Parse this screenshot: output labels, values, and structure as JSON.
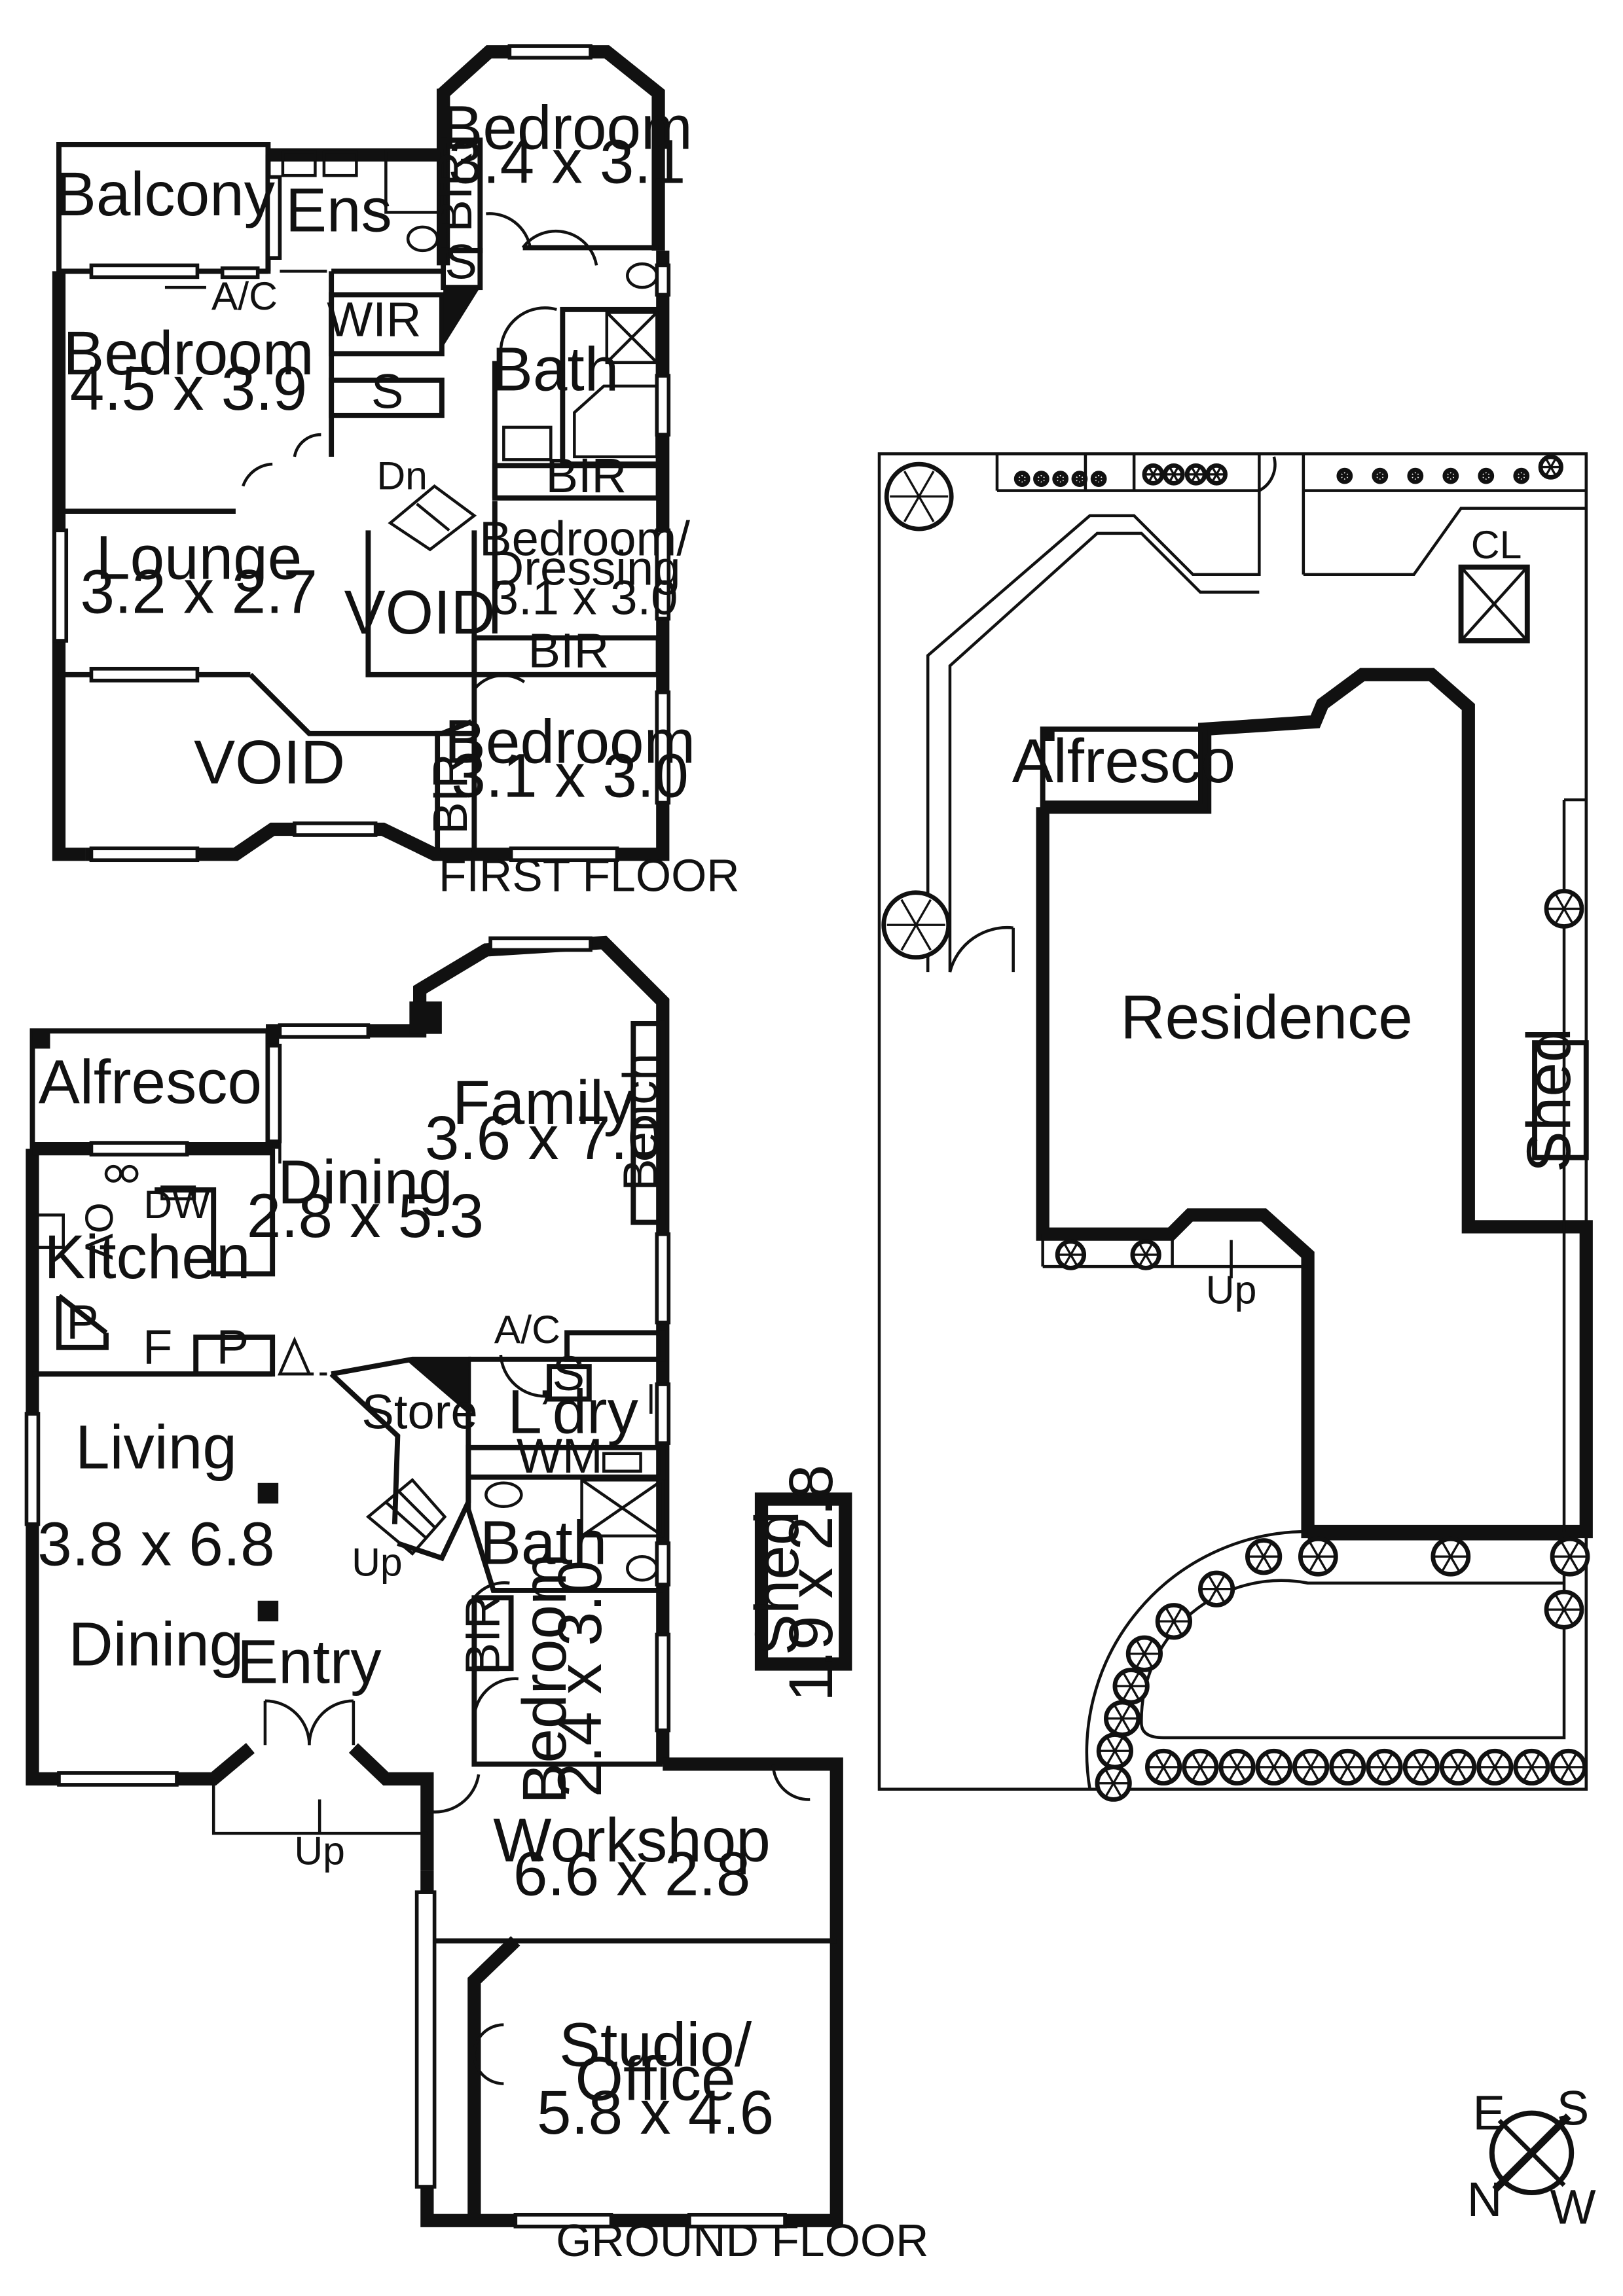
{
  "first_floor": {
    "caption": "FIRST FLOOR",
    "rooms": {
      "balcony": "Balcony",
      "ensuite": "Ens",
      "bedroom_a": {
        "name": "Bedroom",
        "size": "3.4 x 3.1"
      },
      "bir_a": "BIR",
      "s_a": "S",
      "ac": "A/C",
      "wir": "WIR",
      "s_b": "S",
      "main_bedroom": {
        "name": "Bedroom",
        "size": "4.5 x 3.9"
      },
      "bath": "Bath",
      "bir_b": "BIR",
      "stair_dn": "Dn",
      "lounge": {
        "name": "Lounge",
        "size": "3.2 x 2.7"
      },
      "void_a": "VOID",
      "bedroom_dressing": {
        "name": "Bedroom/",
        "name2": "Dressing",
        "size": "3.1 x 3.0"
      },
      "bir_c": "BIR",
      "void_b": "VOID",
      "bir_d": "BIR",
      "bedroom_c": {
        "name": "Bedroom",
        "size": "3.1 x 3.0"
      }
    }
  },
  "ground_floor": {
    "caption": "GROUND FLOOR",
    "rooms": {
      "alfresco": "Alfresco",
      "family": {
        "name": "Family",
        "size": "3.6 x 7.0"
      },
      "bench": "Bench",
      "dining": {
        "name": "Dining",
        "size": "2.8 x 5.3"
      },
      "dw": "DW",
      "ov": "OV",
      "kitchen": "Kitchen",
      "pantry_a": "P",
      "fridge": "F",
      "pantry_b": "P",
      "ac": "A/C",
      "store": "Store",
      "s": "S",
      "laundry": "L’dry",
      "wm": "WM",
      "living": "Living",
      "living_size": "3.8 x 6.8",
      "living_dining": "Dining",
      "stair_up": "Up",
      "bath": "Bath",
      "bir": "BIR",
      "bedroom": {
        "name": "Bedroom",
        "size": "2.4 x 3.0"
      },
      "entry": "Entry",
      "entry_up": "Up",
      "shed": {
        "name": "Shed",
        "size": "1.9 x 2.8"
      },
      "workshop": {
        "name": "Workshop",
        "size": "6.6 x 2.8"
      },
      "studio": {
        "name": "Studio/",
        "name2": "Office",
        "size": "5.8 x 4.6"
      }
    }
  },
  "site_plan": {
    "cl": "CL",
    "alfresco": "Alfresco",
    "residence": "Residence",
    "shed": "Shed",
    "up": "Up"
  },
  "compass": {
    "e": "E",
    "s": "S",
    "n": "N",
    "w": "W"
  }
}
